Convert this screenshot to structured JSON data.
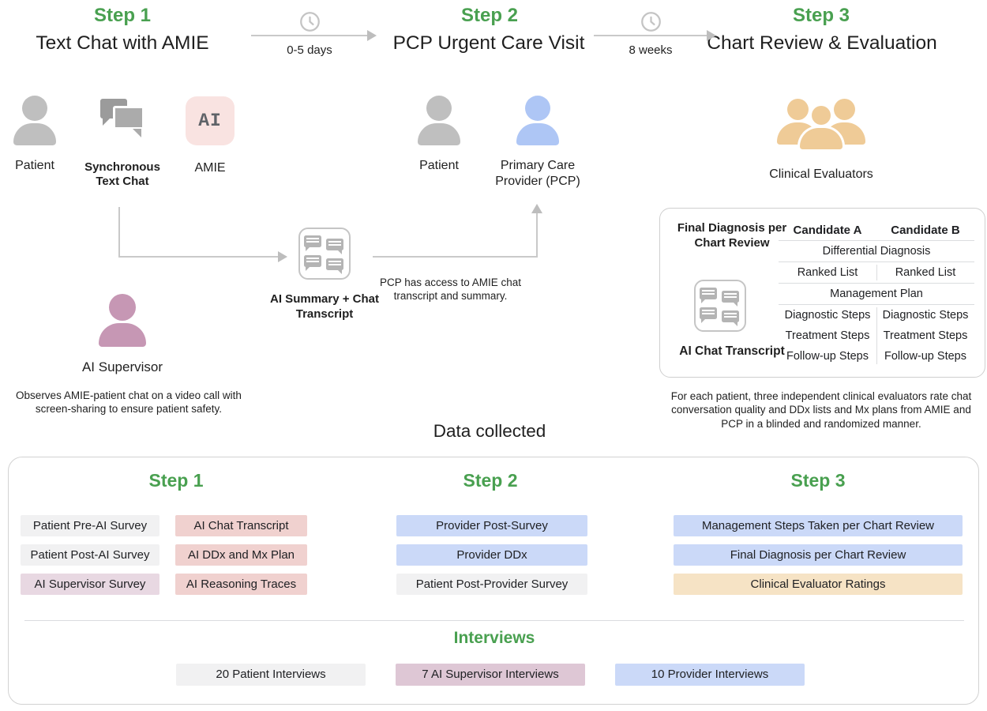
{
  "figure": {
    "type": "study-workflow-diagram",
    "colors": {
      "accent_green": "#49A050",
      "patient_gray": "#BFBFBF",
      "pcp_blue": "#AEC6F5",
      "supervisor_mauve": "#C697B4",
      "evaluator_tan": "#EFCB97",
      "amie_badge_bg": "#F9E3E1",
      "box_gray": "#F1F1F2",
      "box_pink": "#F0D1CF",
      "box_mauve": "#E8D8E2",
      "box_mauve_dark": "#DEC7D5",
      "box_blue": "#CBD9F8",
      "box_tan": "#F6E3C5"
    },
    "icons": [
      "clock-icon",
      "person-icon",
      "chat-bubbles-icon",
      "ai-badge",
      "chat-transcript-icon",
      "people-group-icon"
    ]
  },
  "flow": {
    "steps": [
      {
        "label": "Step 1",
        "title": "Text Chat with AMIE"
      },
      {
        "label": "Step 2",
        "title": "PCP Urgent Care Visit"
      },
      {
        "label": "Step 3",
        "title": "Chart Review & Evaluation"
      }
    ],
    "transitions": [
      "0-5 days",
      "8 weeks"
    ],
    "actors": {
      "patient1": "Patient",
      "sync_chat": "Synchronous Text Chat",
      "amie_badge": "AI",
      "amie": "AMIE",
      "patient2": "Patient",
      "pcp": "Primary Care Provider (PCP)",
      "evaluators": "Clinical Evaluators",
      "supervisor": "AI Supervisor"
    },
    "notes": {
      "summary_label": "AI Summary + Chat Transcript",
      "pcp_access": "PCP has access to AMIE chat transcript and summary.",
      "supervisor_note": "Observes AMIE-patient chat on a video call with screen-sharing to ensure patient safety.",
      "evaluator_note": "For each patient, three independent clinical evaluators rate chat conversation quality and DDx lists and Mx plans from AMIE and PCP in a blinded and randomized manner."
    }
  },
  "eval_card": {
    "final_diagnosis_label": "Final Diagnosis per Chart Review",
    "transcript_label": "AI Chat Transcript",
    "table": {
      "headers": [
        "Candidate A",
        "Candidate B"
      ],
      "differential_diagnosis": "Differential Diagnosis",
      "ranked": [
        "Ranked List",
        "Ranked List"
      ],
      "management_plan": "Management Plan",
      "steps": [
        [
          "Diagnostic Steps",
          "Diagnostic Steps"
        ],
        [
          "Treatment Steps",
          "Treatment Steps"
        ],
        [
          "Follow-up Steps",
          "Follow-up Steps"
        ]
      ]
    }
  },
  "data_collected": {
    "title": "Data collected",
    "columns": [
      {
        "step_label": "Step 1",
        "group_a": [
          "Patient Pre-AI Survey",
          "Patient Post-AI Survey",
          "AI Supervisor Survey"
        ],
        "group_b": [
          "AI Chat Transcript",
          "AI DDx and Mx Plan",
          "AI Reasoning Traces"
        ]
      },
      {
        "step_label": "Step 2",
        "items": [
          "Provider Post-Survey",
          "Provider DDx",
          "Patient Post-Provider Survey"
        ]
      },
      {
        "step_label": "Step 3",
        "items": [
          "Management Steps Taken per Chart Review",
          "Final Diagnosis per Chart Review",
          "Clinical Evaluator Ratings"
        ]
      }
    ],
    "interviews": {
      "title": "Interviews",
      "items": [
        "20 Patient Interviews",
        "7 AI Supervisor Interviews",
        "10 Provider Interviews"
      ]
    }
  }
}
